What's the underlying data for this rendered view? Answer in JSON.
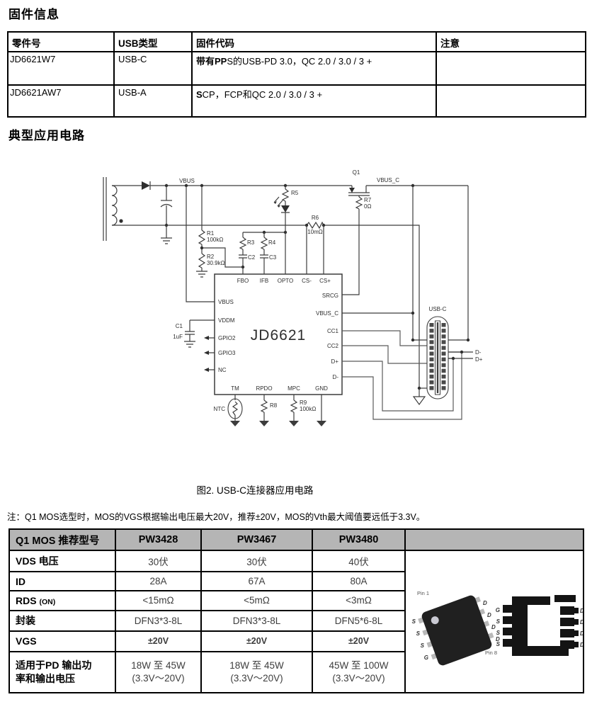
{
  "titles": {
    "firmware": "固件信息",
    "application": "典型应用电路"
  },
  "firmware_table": {
    "headers": [
      "零件号",
      "USB类型",
      "固件代码",
      "注意"
    ],
    "rows": [
      {
        "part": "JD6621W7",
        "usb": "USB-C",
        "code_bold": "带有PP",
        "code_rest": "S的USB-PD 3.0，QC 2.0 / 3.0 / 3 +",
        "note": ""
      },
      {
        "part": "JD6621AW7",
        "usb": "USB-A",
        "code_bold": "S",
        "code_rest": "CP，FCP和QC 2.0 / 3.0 / 3 +",
        "note": ""
      }
    ]
  },
  "circuit": {
    "vbus": "VBUS",
    "q1": "Q1",
    "vbus_c": "VBUS_C",
    "r5": "R5",
    "r7": "R7",
    "r7_val": "0Ω",
    "r6": "R6",
    "r6_val": "10mΩ",
    "r1": "R1",
    "r1_val": "100kΩ",
    "r2": "R2",
    "r2_val": "30.9kΩ",
    "r3": "R3",
    "r4": "R4",
    "c2": "C2",
    "c3": "C3",
    "c1": "C1",
    "c1_val": "1uF",
    "chip": "JD6621",
    "fbo": "FBO",
    "ifb": "IFB",
    "opto": "OPTO",
    "cs_minus": "CS-",
    "cs_plus": "CS+",
    "srcg": "SRCG",
    "pin_vbus": "VBUS",
    "pin_vbus_c": "VBUS_C",
    "vddm": "VDDM",
    "gpio2": "GPIO2",
    "gpio3": "GPIO3",
    "nc": "NC",
    "cc1": "CC1",
    "cc2": "CC2",
    "dp": "D+",
    "dm": "D-",
    "tm": "TM",
    "rpdo": "RPDO",
    "mpc": "MPC",
    "gnd": "GND",
    "ntc": "NTC",
    "r8": "R8",
    "r9": "R9",
    "r9_val": "100kΩ",
    "usb_c": "USB-C",
    "dm_out": "D-",
    "dp_out": "D+"
  },
  "caption": "图2. USB-C连接器应用电路",
  "note": "注：Q1 MOS选型时，MOS的VGS根据输出电压最大20V，推荐±20V，MOS的Vth最大阈值要远低于3.3V。",
  "mos_table": {
    "header": [
      "Q1 MOS 推荐型号",
      "PW3428",
      "PW3467",
      "PW3480"
    ],
    "rows": [
      {
        "label": "VDS 电压",
        "values": [
          "30伏",
          "30伏",
          "40伏"
        ]
      },
      {
        "label": "ID",
        "values": [
          "28A",
          "67A",
          "80A"
        ]
      },
      {
        "label": "RDS",
        "suffix": "(ON)",
        "values": [
          "<15mΩ",
          "<5mΩ",
          "<3mΩ"
        ]
      },
      {
        "label": "封装",
        "values": [
          "DFN3*3-8L",
          "DFN3*3-8L",
          "DFN5*6-8L"
        ]
      },
      {
        "label": "VGS",
        "values": [
          "±20V",
          "±20V",
          "±20V"
        ]
      },
      {
        "label": "适用于PD 输出功\n率和输出电压",
        "values": [
          "18W 至 45W\n(3.3V～20V)",
          "18W 至 45W\n(3.3V～20V)",
          "45W 至 100W\n(3.3V～20V)"
        ]
      }
    ]
  },
  "mos_image": {
    "pin1": "Pin 1",
    "pin8": "Pin 8",
    "pkg_left": [
      "S",
      "S",
      "S",
      "G"
    ],
    "pkg_right": [
      "D",
      "D",
      "D",
      "D"
    ],
    "fp_left": [
      "G",
      "S",
      "S",
      "S"
    ],
    "fp_right": [
      "D",
      "D",
      "D",
      "D"
    ]
  },
  "colors": {
    "table_header_bg": "#b5b5b5",
    "line": "#3c3c3c"
  }
}
